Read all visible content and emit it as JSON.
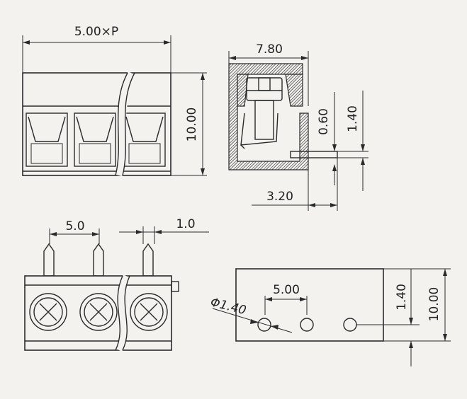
{
  "dimensions": {
    "pitch_width": "5.00×P",
    "front_height": "10.00",
    "side_width": "7.80",
    "side_pin_offset": "0.60",
    "side_pin_length": "1.40",
    "side_pin_position": "3.20",
    "pin_pitch": "5.0",
    "pin_diameter": "1.0",
    "hole_pitch": "5.00",
    "hole_diameter": "Φ1.40",
    "hole_row_offset": "1.40",
    "bottom_height": "10.00"
  },
  "colors": {
    "line": "#2a2a2a",
    "background": "#f3f2ef"
  }
}
